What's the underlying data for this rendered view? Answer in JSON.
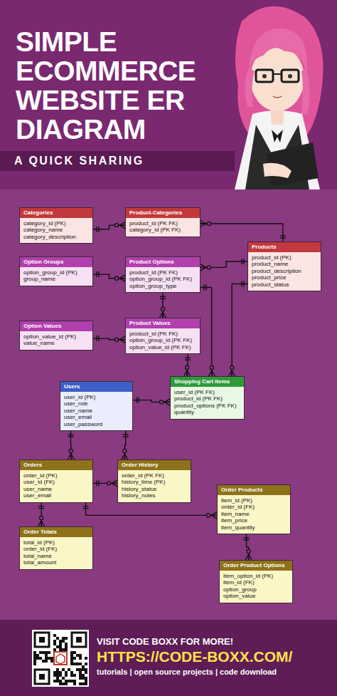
{
  "diagram": {
    "title": "SIMPLE ECOMMERCE WEBSITE ER DIAGRAM",
    "nodes": [
      {
        "text": [
          "Categories",
          "category_id (PK)",
          "category_name",
          "category_description"
        ]
      },
      {
        "text": [
          "Product-Categories",
          "product_id (PK FK)",
          "category_id (PK FK)"
        ]
      },
      {
        "text": [
          "Products",
          "product_id (PK)",
          "product_name",
          "product_description",
          "product_price",
          "product_status"
        ]
      },
      {
        "text": [
          "Option Groups",
          "option_group_id (PK)",
          "group_name"
        ]
      },
      {
        "text": [
          "Product Options",
          "product_id (PK FK)",
          "option_group_id (PK FK)",
          "option_group_type"
        ]
      },
      {
        "text": [
          "Option Values",
          "option_value_id (PK)",
          "value_name"
        ]
      },
      {
        "text": [
          "Product Values",
          "product_id (PK FK)",
          "option_group_id (PK FK)",
          "option_value_id (PK FK)"
        ]
      },
      {
        "text": [
          "Users",
          "user_id (PK)",
          "user_role",
          "user_name",
          "user_email",
          "user_password"
        ]
      },
      {
        "text": [
          "Shopping Cart Items",
          "user_id (PK FK)",
          "product_id (PK FK)",
          "product_options (PK FK)",
          "quantity"
        ]
      },
      {
        "text": [
          "Orders",
          "order_id (PK)",
          "user_id (FK)",
          "user_name",
          "user_email"
        ]
      },
      {
        "text": [
          "Order History",
          "order_id (PK FK)",
          "history_time (PK)",
          "history_status",
          "history_notes"
        ]
      },
      {
        "text": [
          "Order Totals",
          "total_id (PK)",
          "order_id (FK)",
          "total_name",
          "total_amount"
        ]
      },
      {
        "text": [
          "Order Products",
          "item_id (PK)",
          "order_id (FK)",
          "item_name",
          "item_price",
          "item_quantity"
        ]
      },
      {
        "text": [
          "Order Product Options",
          "item_option_id (PK)",
          "item_id (FK)",
          "option_group",
          "option_value"
        ]
      }
    ],
    "edges": [
      {
        "from": 0,
        "to": 1,
        "arrow": "to"
      },
      {
        "from": 2,
        "to": 1,
        "arrow": "to"
      },
      {
        "from": 3,
        "to": 4,
        "arrow": "to"
      },
      {
        "from": 2,
        "to": 4,
        "arrow": "to"
      },
      {
        "from": 4,
        "to": 6,
        "arrow": "to"
      },
      {
        "from": 5,
        "to": 6,
        "arrow": "to"
      },
      {
        "from": 6,
        "to": 8,
        "arrow": "to"
      },
      {
        "from": 2,
        "to": 8,
        "arrow": "to"
      },
      {
        "from": 4,
        "to": 8,
        "arrow": "to"
      },
      {
        "from": 7,
        "to": 8,
        "arrow": "to"
      },
      {
        "from": 7,
        "to": 9,
        "arrow": "to"
      },
      {
        "from": 7,
        "to": 10,
        "arrow": "to"
      },
      {
        "from": 9,
        "to": 10,
        "arrow": "to"
      },
      {
        "from": 9,
        "to": 11,
        "arrow": "to"
      },
      {
        "from": 9,
        "to": 12,
        "arrow": "to"
      },
      {
        "from": 12,
        "to": 13,
        "arrow": "to"
      }
    ],
    "labels": [
      "A QUICK SHARING",
      "VISIT CODE BOXX FOR MORE!",
      "HTTPS://CODE-BOXX.COM/",
      "tutorials | open source projects | code download"
    ]
  }
}
